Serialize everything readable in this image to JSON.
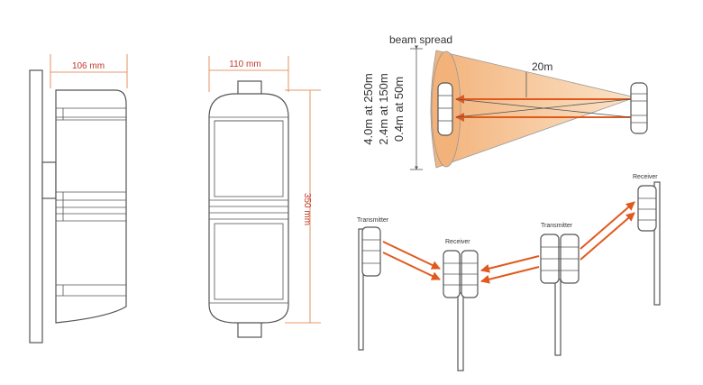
{
  "dimensions": {
    "side_width": "106 mm",
    "front_width": "110 mm",
    "height": "350 mm"
  },
  "beam": {
    "title": "beam spread",
    "gap": "20m",
    "spreads": [
      "4.0m at 250m",
      "2.4m at 150m",
      "0.4m at 50m"
    ]
  },
  "layout_labels": {
    "transmitter_left": "Transmitter",
    "receiver_middle": "Receiver",
    "transmitter_right": "Transmitter",
    "receiver_right": "Receiver"
  },
  "colors": {
    "dimension": "#c0392b",
    "beam_fill": "#f6c79a",
    "beam_arrow": "#e05a1e",
    "outline": "#555555"
  }
}
